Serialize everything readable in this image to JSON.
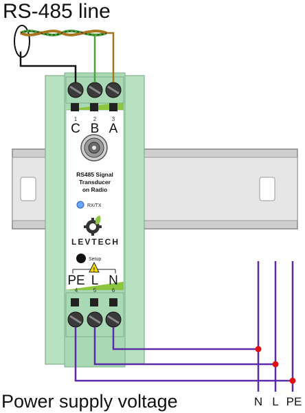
{
  "title": "RS-485 line",
  "caption": "Power supply voltage",
  "device": {
    "label_line1": "RS485 Signal",
    "label_line2": "Transducer",
    "label_line3": "on Radio",
    "led_label": "RX/TX",
    "brand": "LEVTECH",
    "setup_label": "Setup",
    "top_terminals": [
      {
        "num": "1",
        "label": "C"
      },
      {
        "num": "2",
        "label": "B"
      },
      {
        "num": "3",
        "label": "A"
      }
    ],
    "bottom_terminals": [
      {
        "num": "4",
        "label": "PE"
      },
      {
        "num": "5",
        "label": "L"
      },
      {
        "num": "6",
        "label": "N"
      }
    ]
  },
  "supply_lines": [
    "N",
    "L",
    "PE"
  ],
  "colors": {
    "housing": "#a9d8b4",
    "housing_dark": "#8fc49c",
    "rail": "#c8c8c8",
    "power_wire": "#5b2aa6",
    "junction": "#e01010",
    "wire_c": "#111111",
    "wire_b": "#4aa33a",
    "wire_a": "#a8741e",
    "led": "#6aa8ff",
    "accent_green": "#8cc63f"
  }
}
